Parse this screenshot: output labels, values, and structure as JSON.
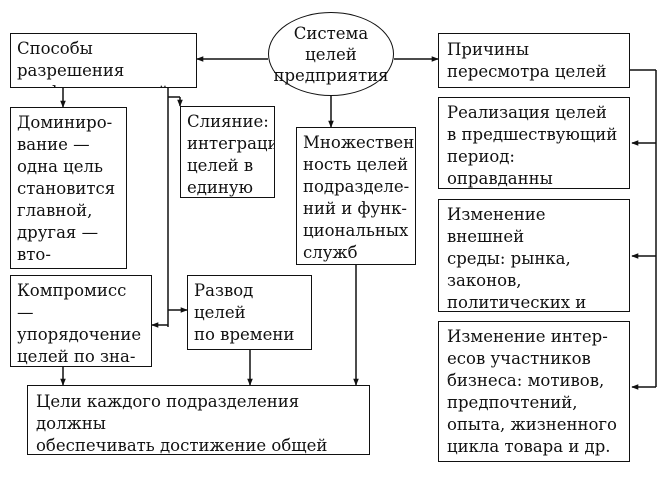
{
  "diagram": {
    "center": "Система\nцелей\nпредприятия",
    "methods_title": "Способы разрешения\nконфликта целей",
    "domination": "Доминиро-\nвание —\nодна цель\nстановится\nглавной,\nдругая — вто-\nричной",
    "merger": "Слияние:\nинтеграция\nцелей в\nединую",
    "multiplicity": "Множествен-\nность целей\nподразделе-\nний и функ-\nциональных\nслужб",
    "compromise": "Компромисс —\nупорядочение\nцелей по зна-\nчению",
    "separation": "Развод целей\nпо времени и\nсферам",
    "bottom": "Цели каждого подразделения должны\nобеспечивать достижение общей цели\nпредприятия как единого целого",
    "reasons_title": "Причины\nпересмотра целей",
    "reason1": "Реализация целей\nв предшествующий\nпериод: оправданны\nили нет",
    "reason2": "Изменение внешней\nсреды: рынка, законов,\nполитических и соци-\nально-экономических\nусловий",
    "reason3": "Изменение интер-\nесов участников\nбизнеса: мотивов,\nпредпочтений,\nопыта, жизненного\nцикла товара и др."
  },
  "colors": {
    "line": "#111111",
    "background": "#ffffff"
  }
}
